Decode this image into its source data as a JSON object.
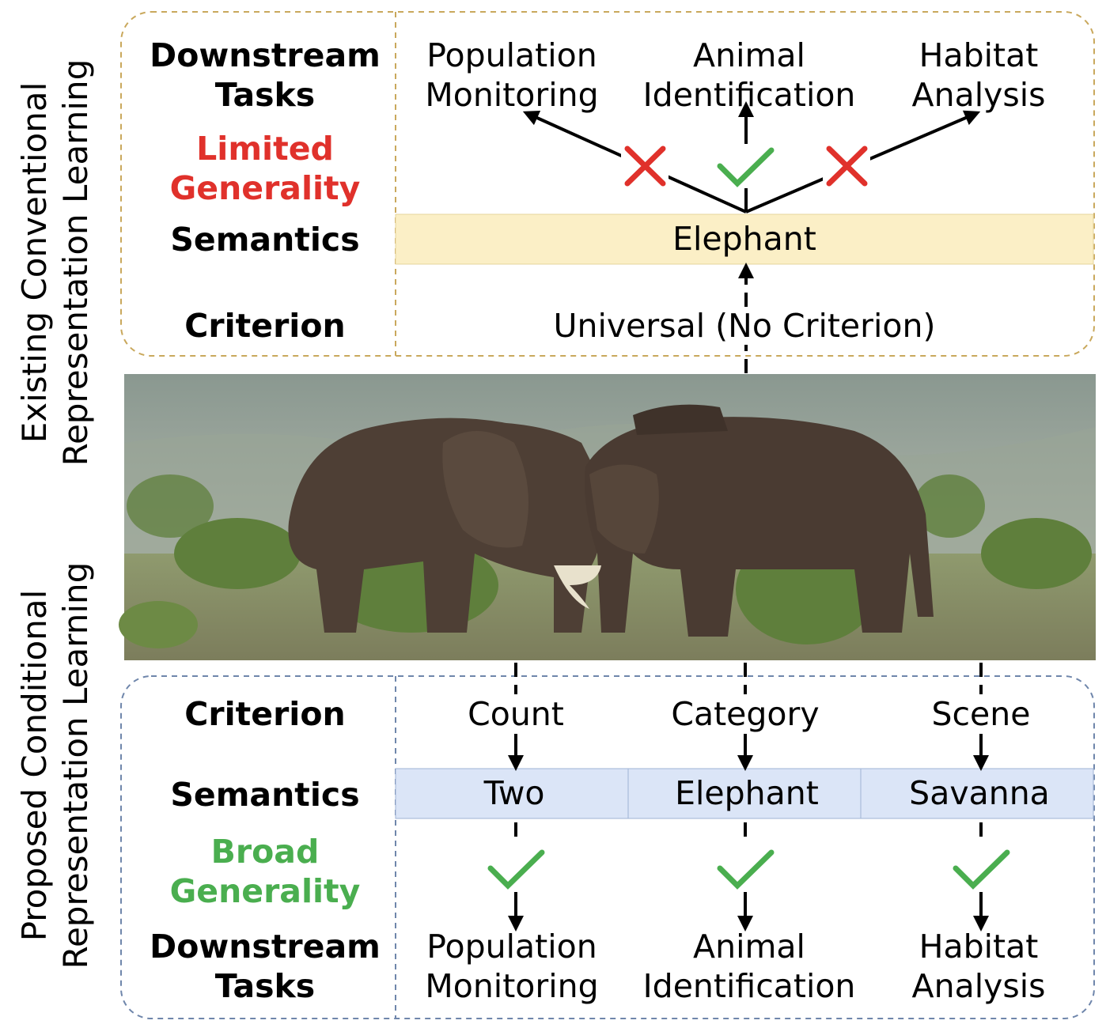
{
  "sections": {
    "existing_title_line1": "Existing Conventional",
    "existing_title_line2": "Representation Learning",
    "proposed_title_line1": "Proposed Conditional",
    "proposed_title_line2": "Representation Learning"
  },
  "top": {
    "downstream_label_1": "Downstream",
    "downstream_label_2": "Tasks",
    "generality_label_1": "Limited",
    "generality_label_2": "Generality",
    "semantics_label": "Semantics",
    "criterion_label": "Criterion",
    "tasks": [
      {
        "line1": "Population",
        "line2": "Monitoring",
        "status": "cross"
      },
      {
        "line1": "Animal",
        "line2": "Identification",
        "status": "check"
      },
      {
        "line1": "Habitat",
        "line2": "Analysis",
        "status": "cross"
      }
    ],
    "semantic_value": "Elephant",
    "criterion_value": "Universal (No Criterion)"
  },
  "bottom": {
    "criterion_label": "Criterion",
    "semantics_label": "Semantics",
    "generality_label_1": "Broad",
    "generality_label_2": "Generality",
    "downstream_label_1": "Downstream",
    "downstream_label_2": "Tasks",
    "criteria": [
      "Count",
      "Category",
      "Scene"
    ],
    "semantics": [
      "Two",
      "Elephant",
      "Savanna"
    ],
    "tasks": [
      {
        "line1": "Population",
        "line2": "Monitoring"
      },
      {
        "line1": "Animal",
        "line2": "Identification"
      },
      {
        "line1": "Habitat",
        "line2": "Analysis"
      }
    ]
  },
  "colors": {
    "top_border": "#c9a85c",
    "top_band": "#fbefc6",
    "bottom_border": "#6f86ab",
    "bottom_band": "#dbe5f7",
    "cross": "#e0312b",
    "check": "#4aae4f"
  }
}
